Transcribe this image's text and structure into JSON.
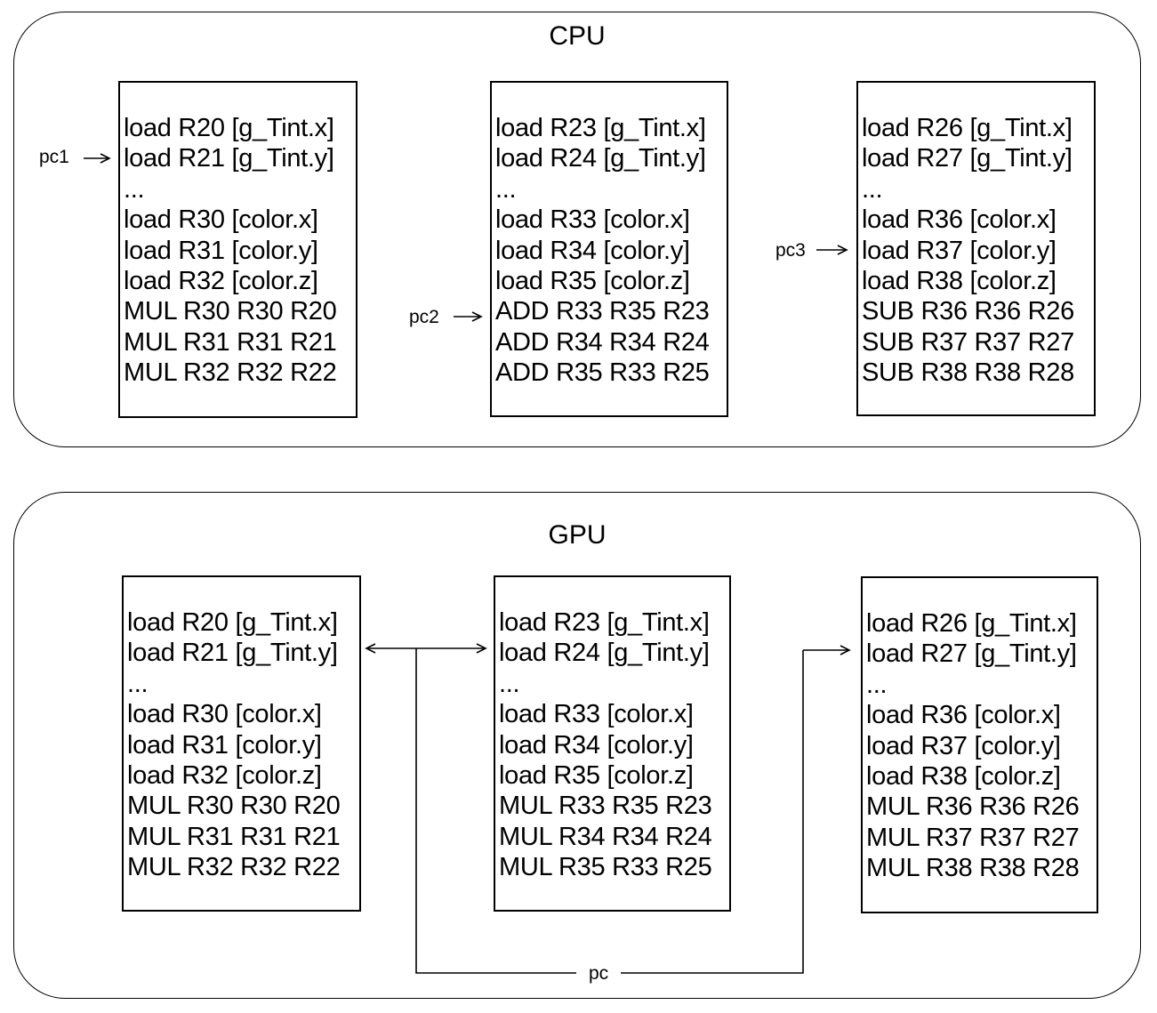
{
  "colors": {
    "stroke": "#000000",
    "background": "#ffffff"
  },
  "cpu": {
    "title": "CPU",
    "pointers": {
      "pc1": "pc1",
      "pc2": "pc2",
      "pc3": "pc3"
    },
    "boxes": [
      {
        "lines": [
          "load R20 [g_Tint.x]",
          "load R21 [g_Tint.y]",
          "...",
          "load R30 [color.x]",
          "load R31 [color.y]",
          "load R32 [color.z]",
          "MUL R30 R30 R20",
          "MUL R31 R31 R21",
          "MUL R32 R32 R22"
        ]
      },
      {
        "lines": [
          "load R23 [g_Tint.x]",
          "load R24 [g_Tint.y]",
          "...",
          "load R33 [color.x]",
          "load R34 [color.y]",
          "load R35 [color.z]",
          "ADD R33 R35 R23",
          "ADD R34 R34 R24",
          "ADD R35 R33 R25"
        ]
      },
      {
        "lines": [
          "load R26 [g_Tint.x]",
          "load R27 [g_Tint.y]",
          "...",
          "load R36 [color.x]",
          "load R37 [color.y]",
          "load R38 [color.z]",
          "SUB R36 R36 R26",
          "SUB R37 R37 R27",
          "SUB R38 R38 R28"
        ]
      }
    ]
  },
  "gpu": {
    "title": "GPU",
    "pointer": "pc",
    "boxes": [
      {
        "lines": [
          "load R20 [g_Tint.x]",
          "load R21 [g_Tint.y]",
          "...",
          "load R30 [color.x]",
          "load R31 [color.y]",
          "load R32 [color.z]",
          "MUL R30 R30 R20",
          "MUL R31 R31 R21",
          "MUL R32 R32 R22"
        ]
      },
      {
        "lines": [
          "load R23 [g_Tint.x]",
          "load R24 [g_Tint.y]",
          "...",
          "load R33 [color.x]",
          "load R34 [color.y]",
          "load R35 [color.z]",
          "MUL R33 R35 R23",
          "MUL R34 R34 R24",
          "MUL R35 R33 R25"
        ]
      },
      {
        "lines": [
          "load R26 [g_Tint.x]",
          "load R27 [g_Tint.y]",
          "...",
          "load R36 [color.x]",
          "load R37 [color.y]",
          "load R38 [color.z]",
          "MUL R36 R36 R26",
          "MUL R37 R37 R27",
          "MUL R38 R38 R28"
        ]
      }
    ]
  }
}
